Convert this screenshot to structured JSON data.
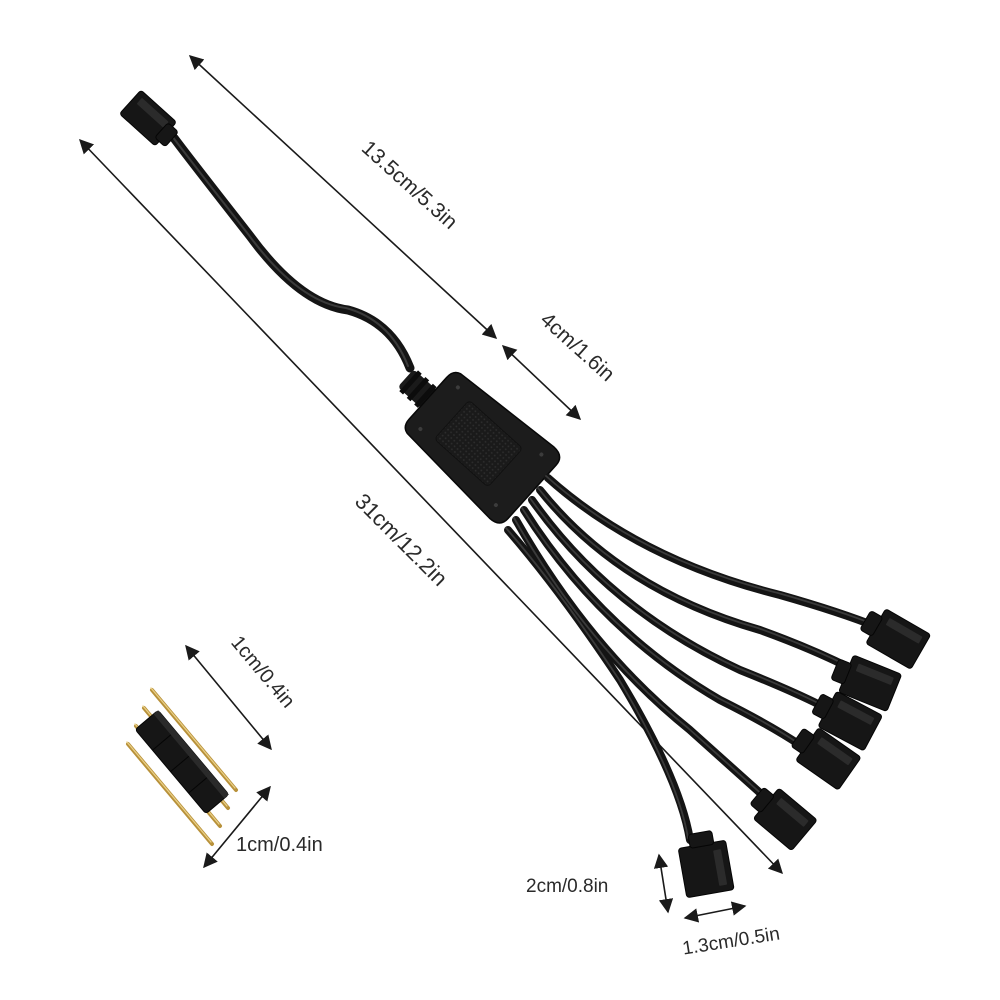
{
  "dimensions": {
    "main_cable_length": "13.5cm/5.3in",
    "hub_length": "4cm/1.6in",
    "total_length": "31cm/12.2in",
    "pin_header_height": "1cm/0.4in",
    "pin_header_width": "1cm/0.4in",
    "connector_height": "2cm/0.8in",
    "connector_width": "1.3cm/0.5in"
  },
  "colors": {
    "cable": "#141414",
    "hub": "#1c1c1c",
    "pins": "#b8913a",
    "arrows": "#1a1a1a"
  }
}
